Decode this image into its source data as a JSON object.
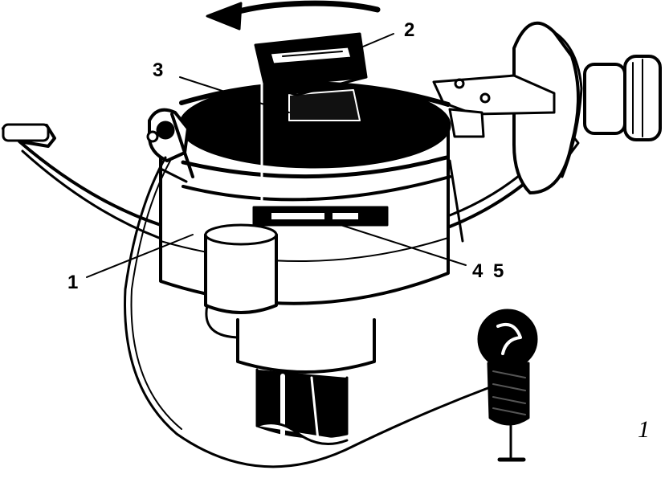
{
  "figure": {
    "number": "1",
    "callouts": [
      {
        "id": "1",
        "text": "1"
      },
      {
        "id": "2",
        "text": "2"
      },
      {
        "id": "3",
        "text": "3"
      },
      {
        "id": "4",
        "text": "4"
      },
      {
        "id": "5",
        "text": "5"
      }
    ],
    "rotation_arrow": "counter-clockwise-arrow-icon",
    "colors": {
      "ink": "#000000",
      "paper": "#ffffff"
    }
  }
}
